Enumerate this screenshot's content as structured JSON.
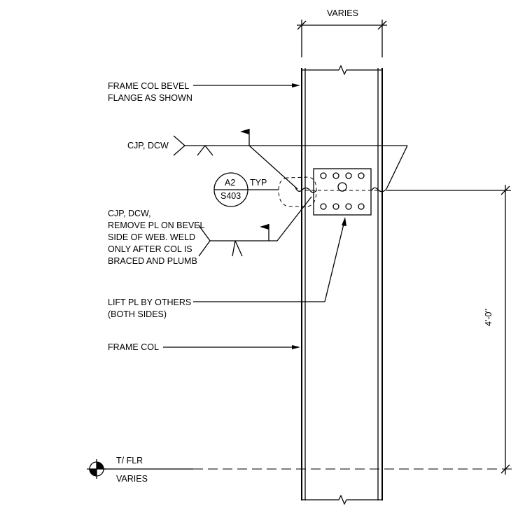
{
  "labels": {
    "varies_top": "VARIES",
    "frame_col_bevel": [
      "FRAME COL BEVEL",
      "FLANGE AS SHOWN"
    ],
    "cjp_dcw": "CJP, DCW",
    "detail_ref": {
      "top": "A2",
      "bottom": "S403",
      "typ": "TYP"
    },
    "cjp_remove": [
      "CJP, DCW,",
      "REMOVE PL ON BEVEL",
      "SIDE OF WEB. WELD",
      "ONLY AFTER COL IS",
      "BRACED AND PLUMB"
    ],
    "lift_pl": [
      "LIFT PL BY OTHERS",
      "(BOTH SIDES)"
    ],
    "frame_col": "FRAME COL",
    "dim_height": "4'-0\"",
    "elevation": {
      "top": "T/ FLR",
      "bottom": "VARIES"
    }
  }
}
